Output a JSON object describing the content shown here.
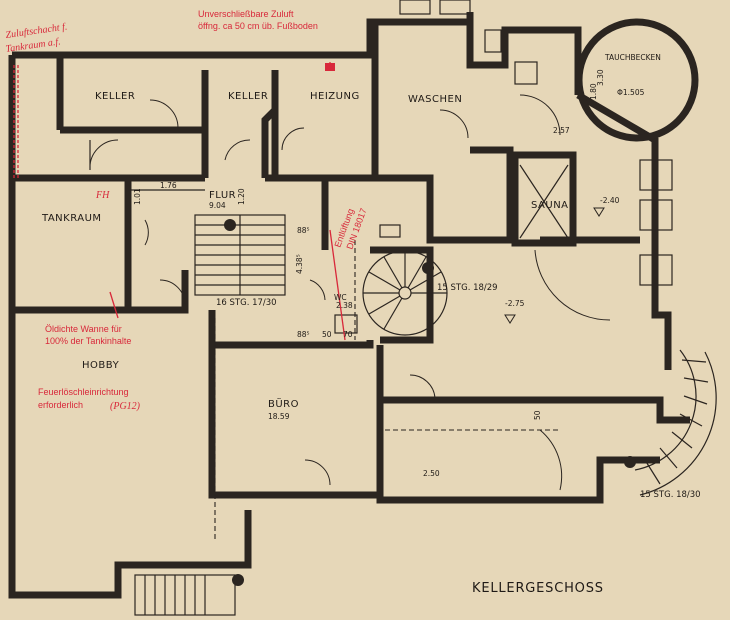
{
  "title": "KELLERGESCHOSS",
  "rooms": {
    "keller1": "KELLER",
    "keller2": "KELLER",
    "heizung": "HEIZUNG",
    "waschen": "WASCHEN",
    "tankraum": "TANKRAUM",
    "flur": "FLUR",
    "flur_area": "9.04",
    "sauna": "SAUNA",
    "wc": "WC",
    "hobby": "HOBBY",
    "buero": "BÜRO",
    "buero_area": "18.59",
    "tauchbecken": "TAUCHBECKEN",
    "tauchbecken_dia": "Φ1.505"
  },
  "dims": {
    "d176": "1.76",
    "d101": "1.01",
    "d120": "1.20",
    "d885a": "88⁵",
    "d885b": "88⁵",
    "d438": "4.38⁵",
    "d238": "2.38",
    "d50a": "50",
    "d70": "70",
    "d257": "2.57",
    "d330": "3.30",
    "d180": "1.80",
    "d240": "-2.40",
    "d275": "-2.75",
    "d250": "2.50",
    "d50b": "50"
  },
  "stairs": {
    "main": "16 STG. 17/30",
    "spiral": "15 STG. 18/29",
    "outside": "15 STG. 18/30"
  },
  "notes": {
    "zuluft_1": "Unverschließbare Zuluft",
    "zuluft_2": "öffng. ca 50 cm üb. Fußboden",
    "oelwanne_1": "Öldichte Wanne für",
    "oelwanne_2": "100% der Tankinhalte",
    "feuer_1": "Feuerlöschleinrichtung",
    "feuer_2": "erforderlich",
    "pg": "(PG12)",
    "zuluftschacht_1": "Zuluftschacht f.",
    "zuluftschacht_2": "Tankraum a.f.",
    "fh": "FH",
    "entlueftung_1": "Entlüftung",
    "entlueftung_2": "DIN 18017"
  }
}
